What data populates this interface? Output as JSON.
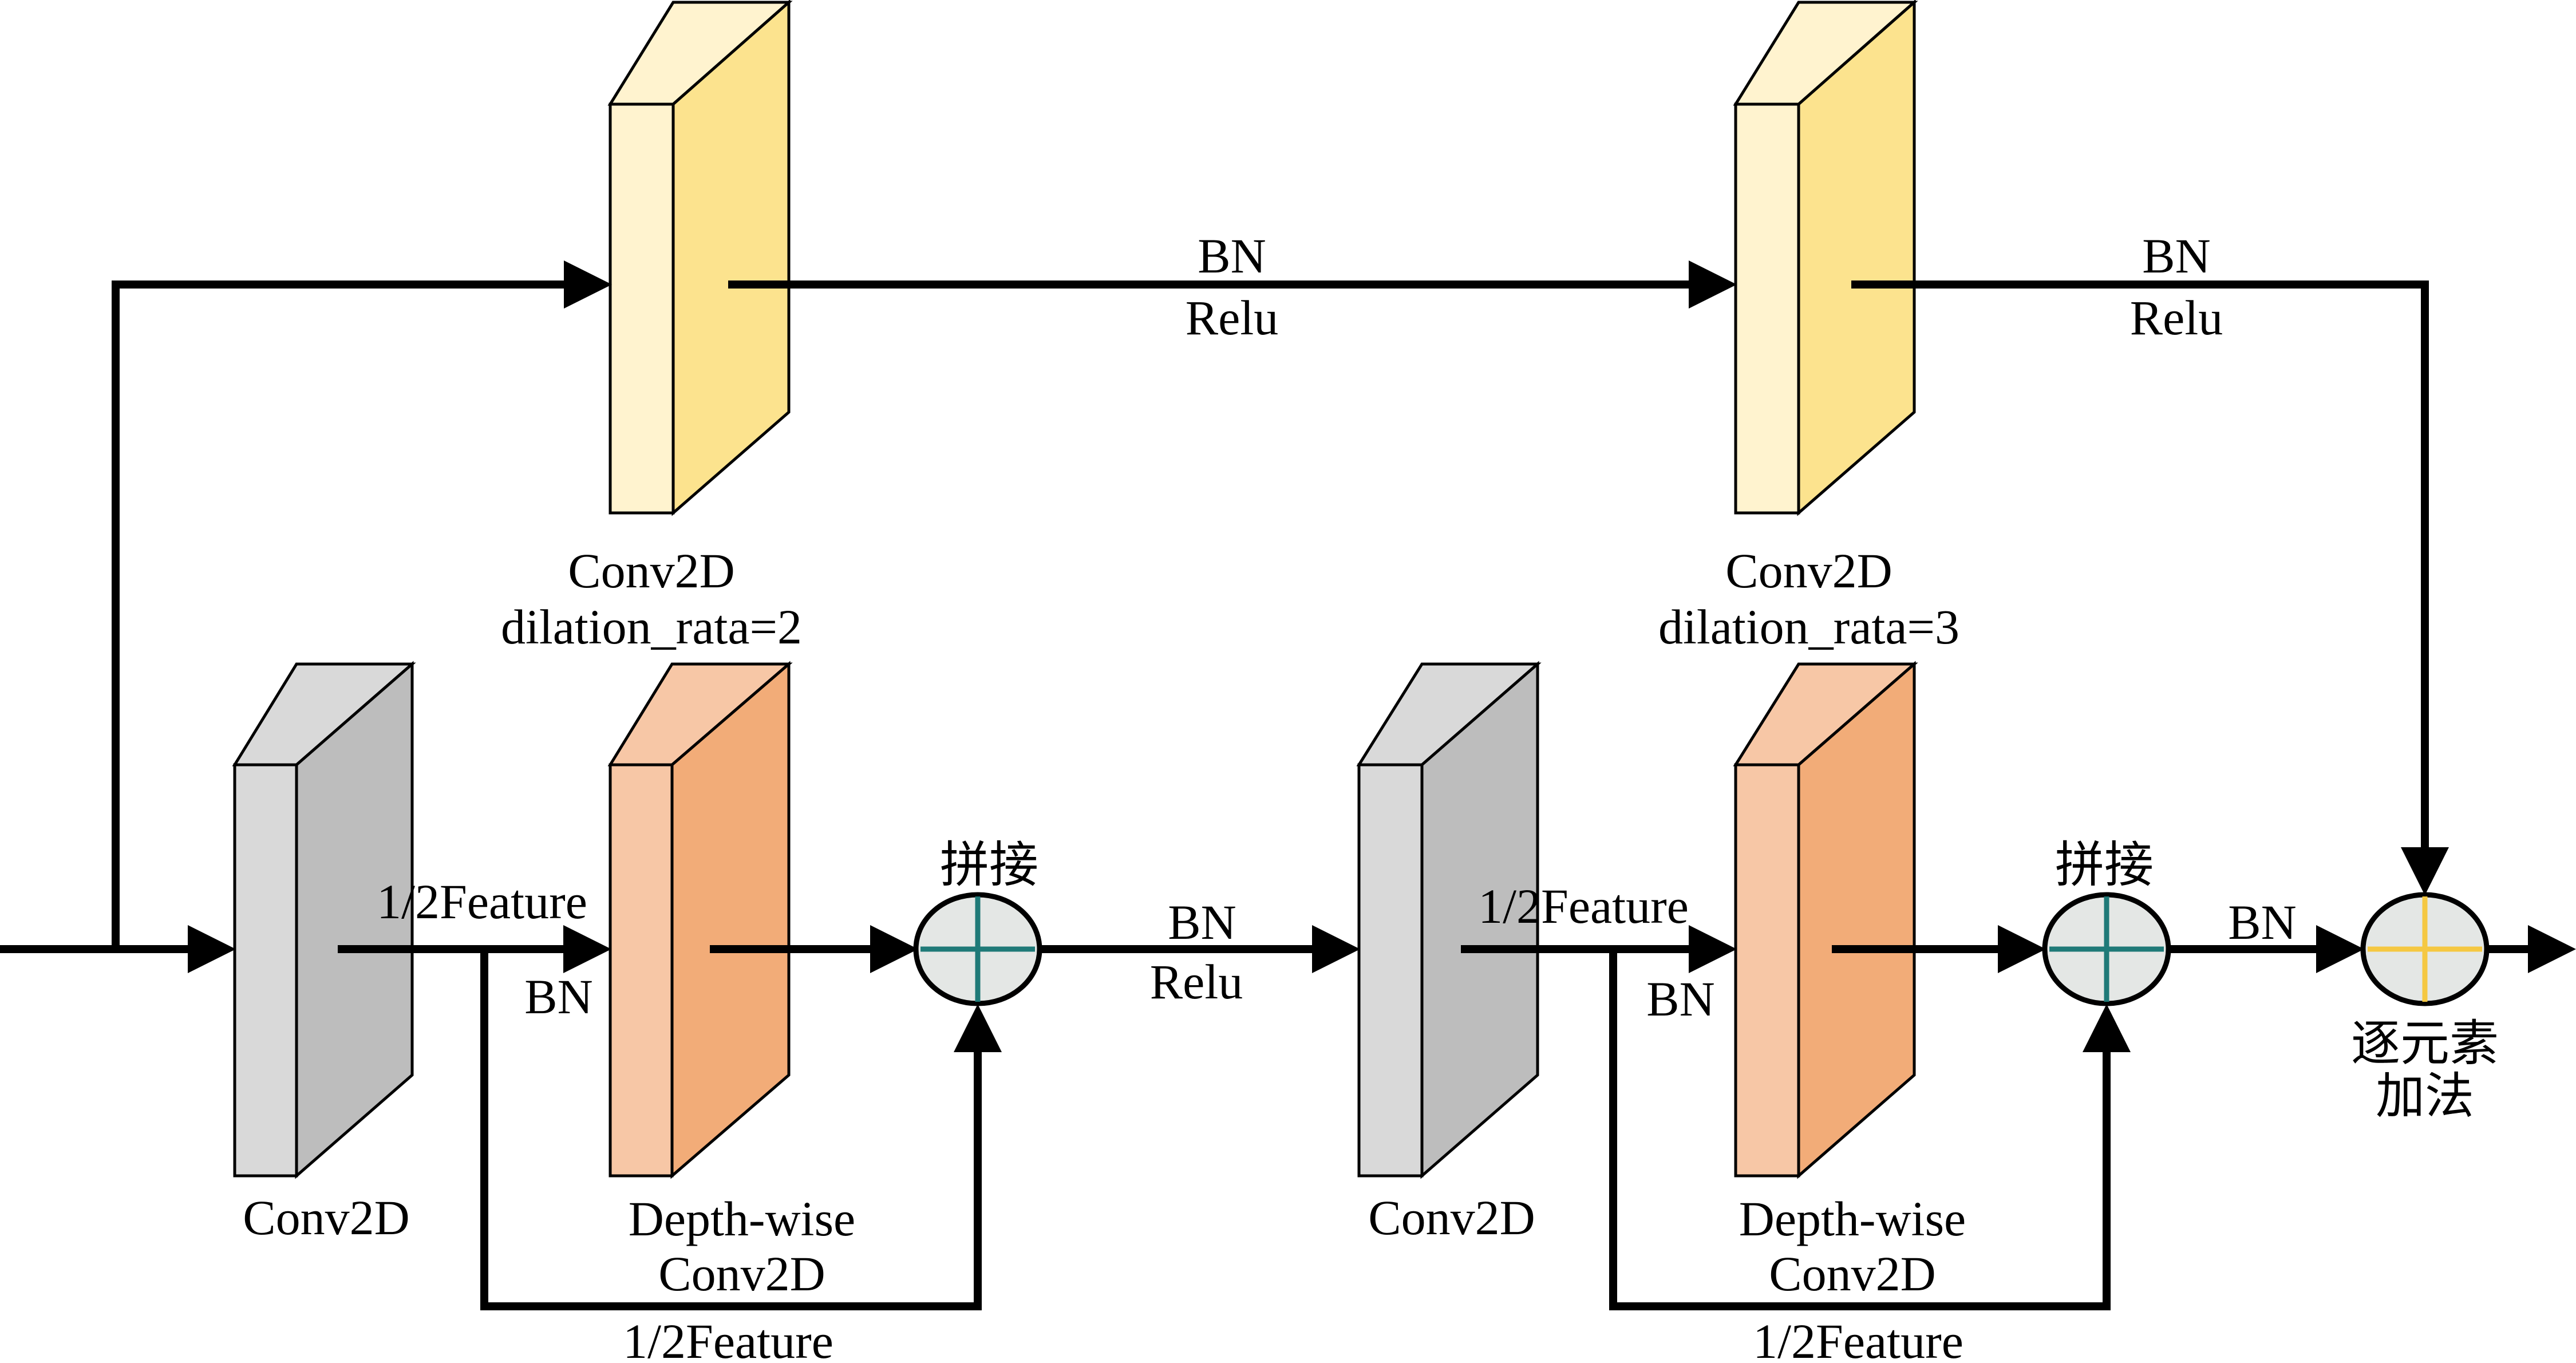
{
  "colors": {
    "yellow_front": "#FFF3CF",
    "yellow_side": "#FCE38E",
    "gray_front": "#D9D9D9",
    "gray_side": "#BDBDBD",
    "orange_front": "#F7C7A6",
    "orange_side": "#F2AC78",
    "circle_fill": "#E4E7E5",
    "plus_teal": "#1F7A78",
    "plus_yellow": "#F5C842",
    "line": "#000000"
  },
  "icons": {
    "concat_node": "plus-in-circle",
    "add_node": "plus-in-circle"
  },
  "labels": {
    "conv_top1_line1": "Conv2D",
    "conv_top1_line2": "dilation_rata=2",
    "conv_top2_line1": "Conv2D",
    "conv_top2_line2": "dilation_rata=3",
    "top_edge1_bn": "BN",
    "top_edge1_relu": "Relu",
    "top_edge2_bn": "BN",
    "top_edge2_relu": "Relu",
    "conv_bottom1": "Conv2D",
    "conv_bottom2": "Conv2D",
    "dw1_line1": "Depth-wise",
    "dw1_line2": "Conv2D",
    "dw2_line1": "Depth-wise",
    "dw2_line2": "Conv2D",
    "half_feature_top1": "1/2Feature",
    "half_feature_top2": "1/2Feature",
    "half_feature_bottom1": "1/2Feature",
    "half_feature_bottom2": "1/2Feature",
    "bn_dw1": "BN",
    "bn_dw2": "BN",
    "mid_bn": "BN",
    "mid_relu": "Relu",
    "concat1": "拼接",
    "concat2": "拼接",
    "final_bn": "BN",
    "add_line1": "逐元素",
    "add_line2": "加法"
  }
}
